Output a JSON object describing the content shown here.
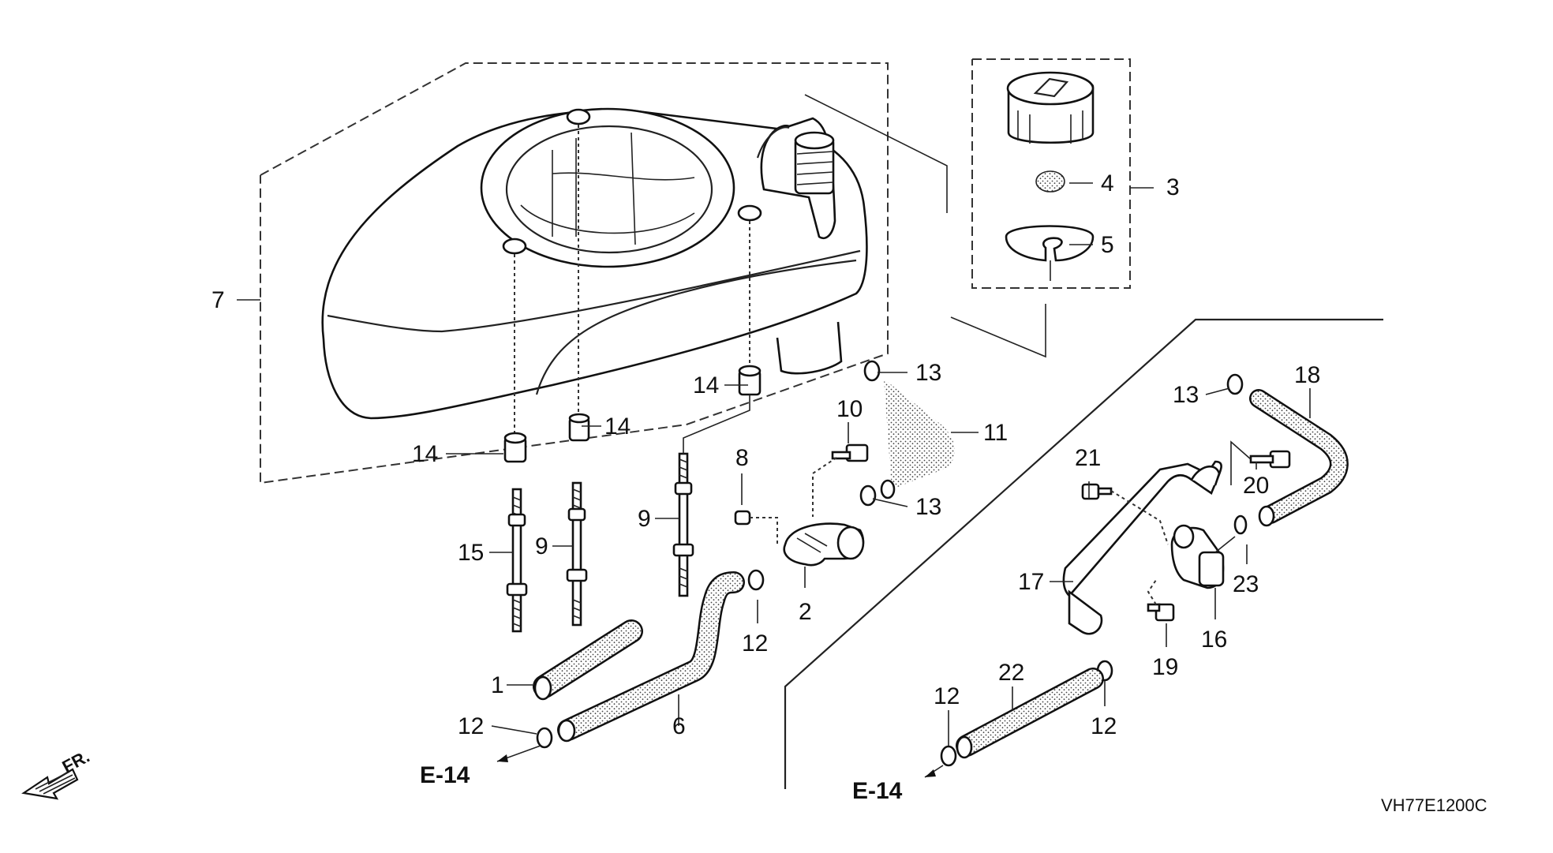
{
  "diagram": {
    "code": "VH77E1200C",
    "front_indicator": "FR.",
    "references": [
      "E-14",
      "E-14"
    ],
    "labels": [
      {
        "id": "7",
        "part": "fuel-tank"
      },
      {
        "id": "3",
        "part": "fuel-cap-assembly"
      },
      {
        "id": "4",
        "part": "cap-filter"
      },
      {
        "id": "5",
        "part": "cap-gasket"
      },
      {
        "id": "14a",
        "text": "14"
      },
      {
        "id": "14b",
        "text": "14"
      },
      {
        "id": "14c",
        "text": "14"
      },
      {
        "id": "15",
        "text": "15"
      },
      {
        "id": "9a",
        "text": "9"
      },
      {
        "id": "9b",
        "text": "9"
      },
      {
        "id": "8",
        "text": "8"
      },
      {
        "id": "10",
        "text": "10"
      },
      {
        "id": "2",
        "text": "2"
      },
      {
        "id": "12a",
        "text": "12"
      },
      {
        "id": "12b",
        "text": "12"
      },
      {
        "id": "12c",
        "text": "12"
      },
      {
        "id": "12d",
        "text": "12"
      },
      {
        "id": "1",
        "text": "1"
      },
      {
        "id": "6",
        "text": "6"
      },
      {
        "id": "11",
        "text": "11"
      },
      {
        "id": "13a",
        "text": "13"
      },
      {
        "id": "13b",
        "text": "13"
      },
      {
        "id": "13c",
        "text": "13"
      },
      {
        "id": "18",
        "text": "18"
      },
      {
        "id": "20",
        "text": "20"
      },
      {
        "id": "21",
        "text": "21"
      },
      {
        "id": "17",
        "text": "17"
      },
      {
        "id": "19",
        "text": "19"
      },
      {
        "id": "16",
        "text": "16"
      },
      {
        "id": "23",
        "text": "23"
      },
      {
        "id": "22",
        "text": "22"
      }
    ]
  },
  "labels": {
    "l7": "7",
    "l3": "3",
    "l4": "4",
    "l5": "5",
    "l14a": "14",
    "l14b": "14",
    "l14c": "14",
    "l15": "15",
    "l9a": "9",
    "l9b": "9",
    "l8": "8",
    "l10": "10",
    "l2": "2",
    "l12a": "12",
    "l12b": "12",
    "l12c": "12",
    "l12d": "12",
    "l1": "1",
    "l6": "6",
    "l11": "11",
    "l13a": "13",
    "l13b": "13",
    "l13c": "13",
    "l18": "18",
    "l20": "20",
    "l21": "21",
    "l17": "17",
    "l19": "19",
    "l16": "16",
    "l23": "23",
    "l22": "22",
    "ref_left": "E-14",
    "ref_right": "E-14",
    "fr": "FR.",
    "code": "VH77E1200C"
  }
}
